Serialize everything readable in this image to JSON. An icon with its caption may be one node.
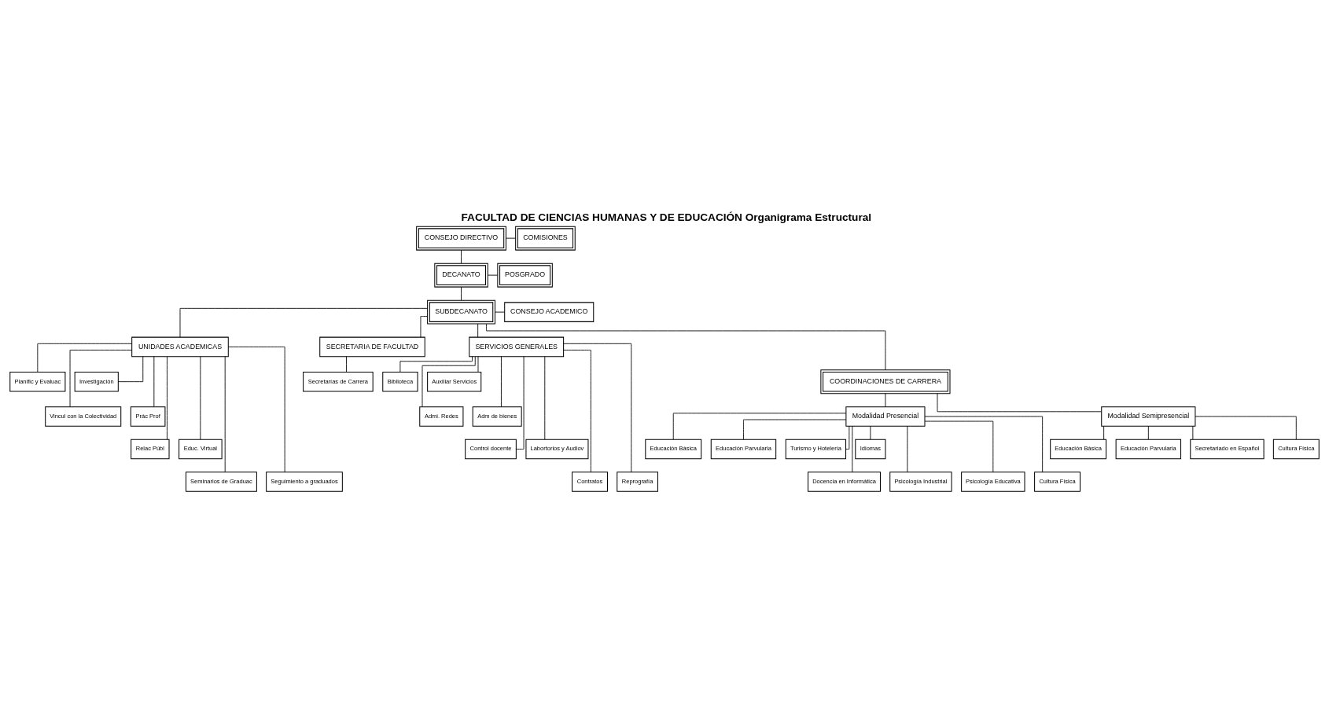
{
  "diagram": {
    "title": "FACULTAD DE CIENCIAS HUMANAS Y DE EDUCACIÓN Organigrama Estructural",
    "nodes": [
      {
        "text": [
          "CONSEJO DIRECTIVO"
        ]
      },
      {
        "text": [
          "COMISIONES"
        ]
      },
      {
        "text": [
          "DECANATO"
        ]
      },
      {
        "text": [
          "POSGRADO"
        ]
      },
      {
        "text": [
          "CONSEJO ACADEMICO"
        ]
      },
      {
        "text": [
          "SUBDECANATO"
        ]
      },
      {
        "text": [
          "UNIDADES ACADEMICAS"
        ]
      },
      {
        "text": [
          "Planific y Evaluac"
        ]
      },
      {
        "text": [
          "Investigación"
        ]
      },
      {
        "text": [
          "Vincul con la Colectividad"
        ]
      },
      {
        "text": [
          "Prác Prof"
        ]
      },
      {
        "text": [
          "Relac Públ"
        ]
      },
      {
        "text": [
          "Educ. Virtual"
        ]
      },
      {
        "text": [
          "Seminarios de Graduac"
        ]
      },
      {
        "text": [
          "Seguimiento a graduados"
        ]
      },
      {
        "text": [
          "SECRETARIA DE FACULTAD"
        ]
      },
      {
        "text": [
          "Secretarías de Carrera"
        ]
      },
      {
        "text": [
          "SERVICIOS GENERALES"
        ]
      },
      {
        "text": [
          "Biblioteca"
        ]
      },
      {
        "text": [
          "Auxiliar Servicios"
        ]
      },
      {
        "text": [
          "Admi. Redes"
        ]
      },
      {
        "text": [
          "Adm de bienes"
        ]
      },
      {
        "text": [
          "Control docente"
        ]
      },
      {
        "text": [
          "Labortorios y Audiov"
        ]
      },
      {
        "text": [
          "Contratos"
        ]
      },
      {
        "text": [
          "Reprografía"
        ]
      },
      {
        "text": [
          "COORDINACIONES DE CARRERA"
        ]
      },
      {
        "text": [
          "Modalidad Presencial"
        ]
      },
      {
        "text": [
          "Modalidad Semipresencial"
        ]
      },
      {
        "text": [
          "Educación Básica"
        ]
      },
      {
        "text": [
          "Educación Parvularia"
        ]
      },
      {
        "text": [
          "Turismo y Hotelería"
        ]
      },
      {
        "text": [
          "Idiomas"
        ]
      },
      {
        "text": [
          "Docencia en Informática"
        ]
      },
      {
        "text": [
          "Psicología Industrial"
        ]
      },
      {
        "text": [
          "Psicología Educativa"
        ]
      },
      {
        "text": [
          "Cultura Física"
        ]
      },
      {
        "text": [
          "Educación Básica"
        ]
      },
      {
        "text": [
          "Educación Parvularia"
        ]
      },
      {
        "text": [
          "Secretariado en Español"
        ]
      },
      {
        "text": [
          "Cultura Física"
        ]
      }
    ],
    "edges": [
      {
        "from": 0,
        "to": 1,
        "arrow": "none"
      },
      {
        "from": 0,
        "to": 2,
        "arrow": "none"
      },
      {
        "from": 2,
        "to": 3,
        "arrow": "none"
      },
      {
        "from": 2,
        "to": 5,
        "arrow": "none"
      },
      {
        "from": 5,
        "to": 4,
        "arrow": "none"
      },
      {
        "from": 5,
        "to": 6,
        "arrow": "none"
      },
      {
        "from": 5,
        "to": 15,
        "arrow": "none"
      },
      {
        "from": 5,
        "to": 17,
        "arrow": "none"
      },
      {
        "from": 5,
        "to": 26,
        "arrow": "none"
      },
      {
        "from": 6,
        "to": 7,
        "arrow": "none"
      },
      {
        "from": 6,
        "to": 8,
        "arrow": "none"
      },
      {
        "from": 6,
        "to": 9,
        "arrow": "none"
      },
      {
        "from": 6,
        "to": 10,
        "arrow": "none"
      },
      {
        "from": 6,
        "to": 11,
        "arrow": "none"
      },
      {
        "from": 6,
        "to": 12,
        "arrow": "none"
      },
      {
        "from": 6,
        "to": 13,
        "arrow": "none"
      },
      {
        "from": 6,
        "to": 14,
        "arrow": "none"
      },
      {
        "from": 15,
        "to": 16,
        "arrow": "none"
      },
      {
        "from": 17,
        "to": 18,
        "arrow": "none"
      },
      {
        "from": 17,
        "to": 19,
        "arrow": "none"
      },
      {
        "from": 17,
        "to": 20,
        "arrow": "none"
      },
      {
        "from": 17,
        "to": 21,
        "arrow": "none"
      },
      {
        "from": 17,
        "to": 22,
        "arrow": "none"
      },
      {
        "from": 17,
        "to": 23,
        "arrow": "none"
      },
      {
        "from": 17,
        "to": 24,
        "arrow": "none"
      },
      {
        "from": 17,
        "to": 25,
        "arrow": "none"
      },
      {
        "from": 26,
        "to": 27,
        "arrow": "none"
      },
      {
        "from": 26,
        "to": 28,
        "arrow": "none"
      },
      {
        "from": 27,
        "to": 29,
        "arrow": "none"
      },
      {
        "from": 27,
        "to": 30,
        "arrow": "none"
      },
      {
        "from": 27,
        "to": 31,
        "arrow": "none"
      },
      {
        "from": 27,
        "to": 32,
        "arrow": "none"
      },
      {
        "from": 27,
        "to": 33,
        "arrow": "none"
      },
      {
        "from": 27,
        "to": 34,
        "arrow": "none"
      },
      {
        "from": 27,
        "to": 35,
        "arrow": "none"
      },
      {
        "from": 27,
        "to": 36,
        "arrow": "none"
      },
      {
        "from": 28,
        "to": 37,
        "arrow": "none"
      },
      {
        "from": 28,
        "to": 38,
        "arrow": "none"
      },
      {
        "from": 28,
        "to": 39,
        "arrow": "none"
      },
      {
        "from": 28,
        "to": 40,
        "arrow": "none"
      }
    ]
  }
}
